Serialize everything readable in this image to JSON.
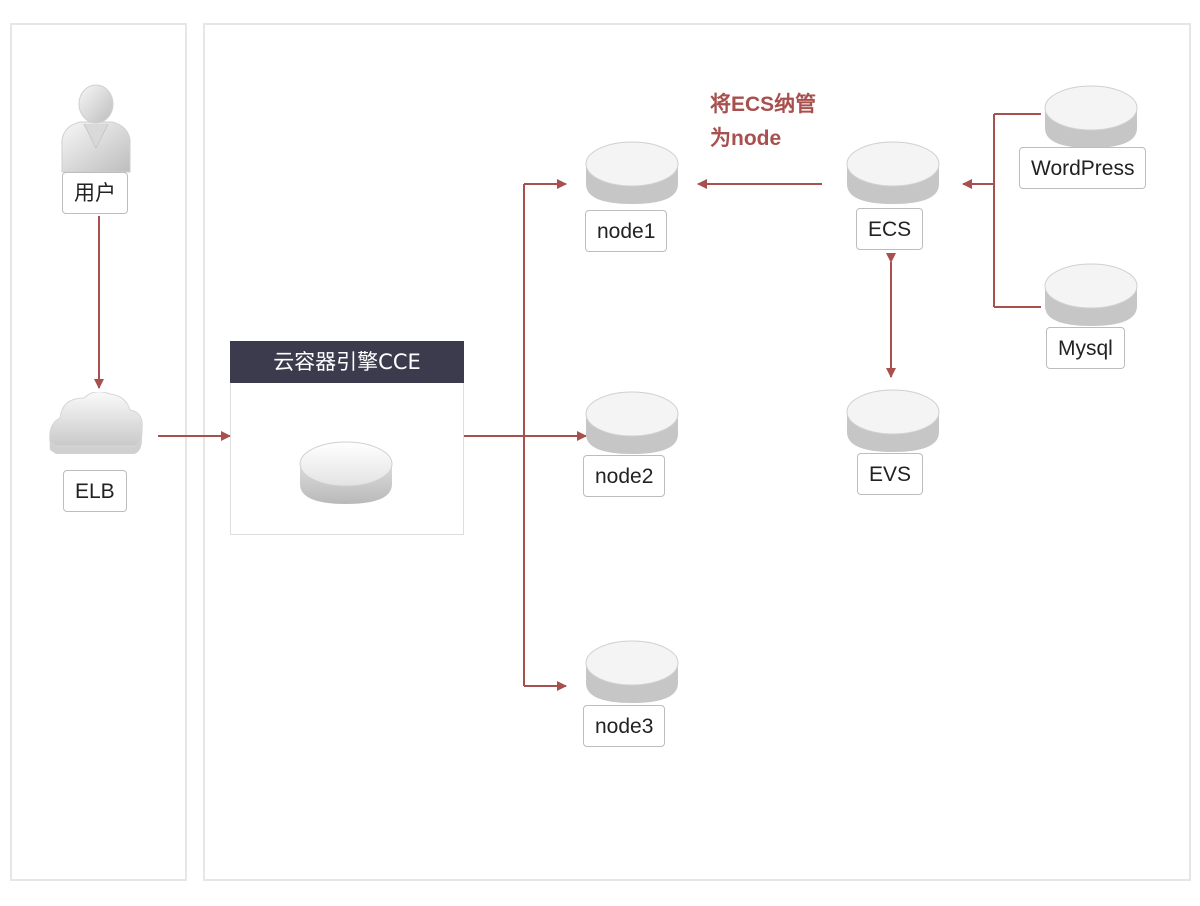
{
  "nodes": {
    "user": "用户",
    "elb": "ELB",
    "cce_title": "云容器引擎CCE",
    "node1": "node1",
    "node2": "node2",
    "node3": "node3",
    "ecs": "ECS",
    "evs": "EVS",
    "wordpress": "WordPress",
    "mysql": "Mysql"
  },
  "annotation": {
    "line1": "将ECS纳管",
    "line2": "为node"
  },
  "colors": {
    "arrow": "#a8504e",
    "panel_border": "#e6e6e6",
    "cce_header": "#3b3b4d"
  }
}
